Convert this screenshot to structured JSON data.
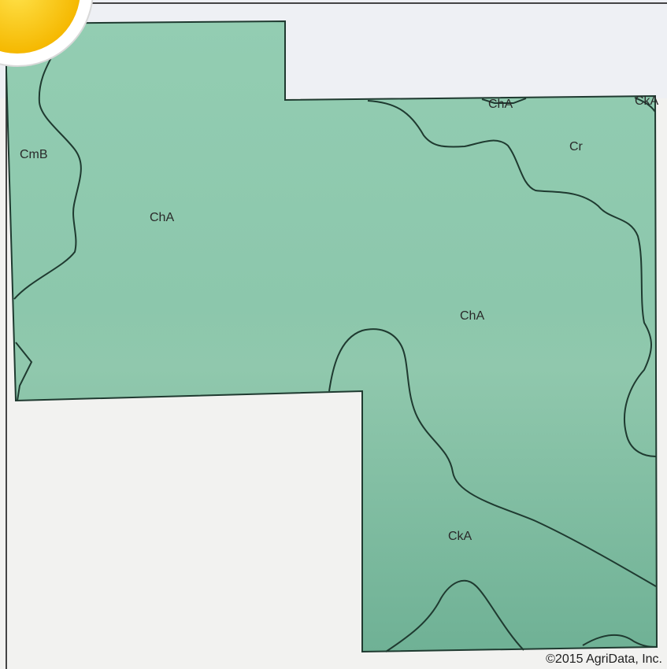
{
  "map": {
    "colors": {
      "field_fill": "#8ec9ae",
      "background": "#f2f2f0",
      "boundary": "#1f3a30",
      "top_strip": "#eef0f4"
    },
    "soil_labels": {
      "cmb": "CmB",
      "cha_left": "ChA",
      "cha_top": "ChA",
      "cka_top": "CkA",
      "cr": "Cr",
      "cha_center": "ChA",
      "cka_bottom": "CkA"
    },
    "badge_icon": "sun-badge-icon",
    "copyright": "©2015 AgriData, Inc."
  }
}
